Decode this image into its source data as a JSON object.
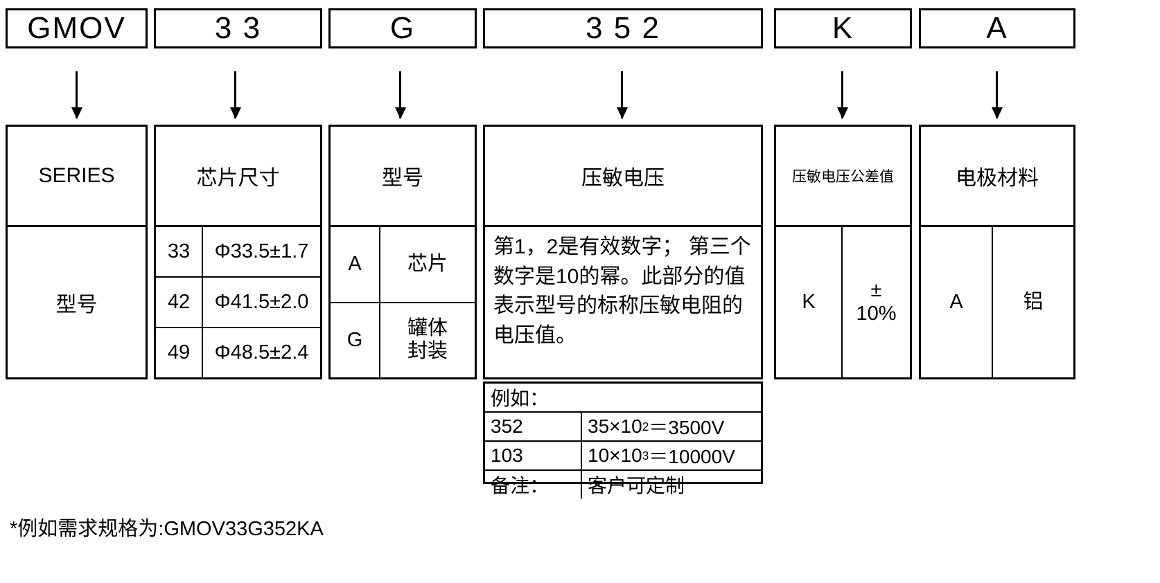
{
  "title": "GMOV Part Number Designation",
  "part_code": {
    "segments": [
      {
        "name": "series",
        "value": "GMOV"
      },
      {
        "name": "chip-size",
        "value": "3 3"
      },
      {
        "name": "type",
        "value": "G"
      },
      {
        "name": "varistor-voltage",
        "value": "3  5  2"
      },
      {
        "name": "voltage-tolerance",
        "value": "K"
      },
      {
        "name": "electrode-material",
        "value": "A"
      }
    ]
  },
  "columns": {
    "series": {
      "header": "SERIES",
      "value": "型号"
    },
    "chip_size": {
      "header": "芯片尺寸",
      "rows": [
        {
          "code": "33",
          "dimension": "Φ33.5±1.7"
        },
        {
          "code": "42",
          "dimension": "Φ41.5±2.0"
        },
        {
          "code": "49",
          "dimension": "Φ48.5±2.4"
        }
      ]
    },
    "type": {
      "header": "型号",
      "rows": [
        {
          "code": "A",
          "meaning": "芯片"
        },
        {
          "code": "G",
          "meaning": "罐体\n封装"
        }
      ]
    },
    "varistor_voltage": {
      "header": "压敏电压",
      "description": "第1，2是有效数字； 第三个数字是10的幂。此部分的值表示型号的标称压敏电阻的电压值。",
      "example_label": "例如：",
      "examples": [
        {
          "code": "352",
          "calc_base": "35×10",
          "calc_exp": "2",
          "calc_result": "＝3500V"
        },
        {
          "code": "103",
          "calc_base": "10×10",
          "calc_exp": "3",
          "calc_result": "＝10000V"
        }
      ],
      "remark_label": "备注：",
      "remark_value": "客户可定制"
    },
    "voltage_tolerance": {
      "header": "压敏电压公差值",
      "rows": [
        {
          "code": "K",
          "meaning": "±\n10%"
        }
      ]
    },
    "electrode_material": {
      "header": "电极材料",
      "rows": [
        {
          "code": "A",
          "meaning": "铝"
        }
      ]
    }
  },
  "footer": {
    "note": "*例如需求规格为:GMOV33G352KA"
  },
  "colors": {
    "line": "#000000",
    "background": "#ffffff",
    "text": "#000000"
  }
}
